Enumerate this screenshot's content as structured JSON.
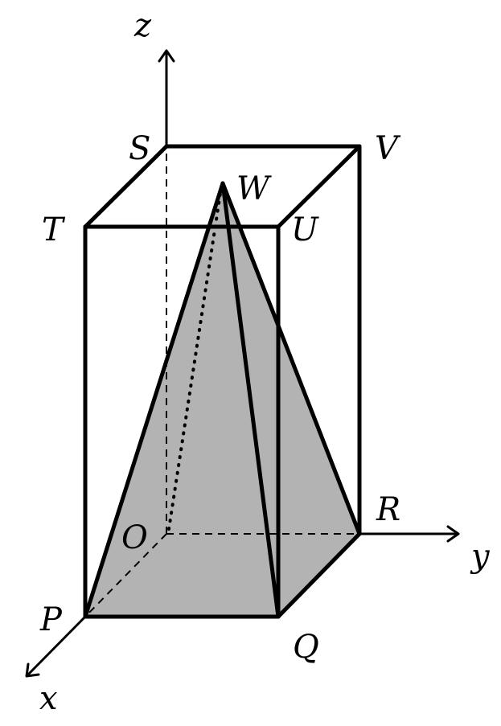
{
  "figure": {
    "fill_color": "#b3b3b3",
    "line_color": "#000000",
    "axes": [
      {
        "id": "x",
        "label": "x"
      },
      {
        "id": "y",
        "label": "y"
      },
      {
        "id": "z",
        "label": "z"
      }
    ],
    "points": [
      {
        "id": "O",
        "label": "O"
      },
      {
        "id": "P",
        "label": "P"
      },
      {
        "id": "Q",
        "label": "Q"
      },
      {
        "id": "R",
        "label": "R"
      },
      {
        "id": "S",
        "label": "S"
      },
      {
        "id": "T",
        "label": "T"
      },
      {
        "id": "U",
        "label": "U"
      },
      {
        "id": "V",
        "label": "V"
      },
      {
        "id": "W",
        "label": "W"
      }
    ]
  }
}
